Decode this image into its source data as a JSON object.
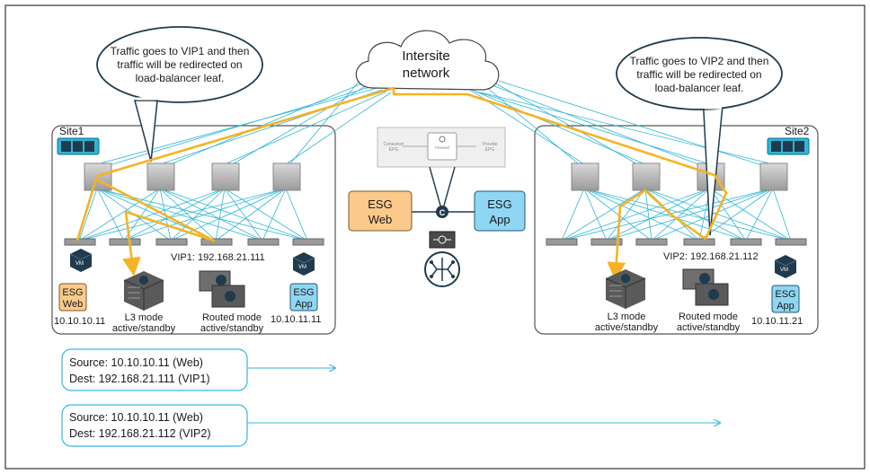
{
  "callouts": {
    "left": [
      "Traffic goes to VIP1 and then",
      "traffic will be redirected on",
      "load-balancer leaf."
    ],
    "right": [
      "Traffic goes to VIP2 and then",
      "traffic will be redirected on",
      "load-balancer leaf."
    ]
  },
  "cloud": {
    "line1": "Intersite",
    "line2": "network"
  },
  "site1": {
    "label": "Site1",
    "vip": "VIP1: 192.168.21.111",
    "vm_label": "VM",
    "esg_web": {
      "line1": "ESG",
      "line2": "Web"
    },
    "esg_app": {
      "line1": "ESG",
      "line2": "App"
    },
    "web_ip": "10.10.10.11",
    "app_ip": "10.10.11.11",
    "l3": {
      "line1": "L3 mode",
      "line2": "active/standby"
    },
    "routed": {
      "line1": "Routed mode",
      "line2": "active/standby"
    }
  },
  "site2": {
    "label": "Site2",
    "vip": "VIP2: 192.168.21.112",
    "vm_label": "VM",
    "esg_app": {
      "line1": "ESG",
      "line2": "App"
    },
    "app_ip": "10.10.11.21",
    "l3": {
      "line1": "L3 mode",
      "line2": "active/standby"
    },
    "routed": {
      "line1": "Routed mode",
      "line2": "active/standby"
    }
  },
  "contract": {
    "consumer": [
      "Consumer",
      "EPG"
    ],
    "firewall": "Firewall",
    "provider": [
      "Provide",
      "EPG"
    ],
    "web": {
      "line1": "ESG",
      "line2": "Web"
    },
    "app": {
      "line1": "ESG",
      "line2": "App"
    },
    "c_label": "C"
  },
  "flows": [
    {
      "source": "Source: 10.10.10.11 (Web)",
      "dest": "Dest: 192.168.21.111 (VIP1)"
    },
    {
      "source": "Source: 10.10.10.11 (Web)",
      "dest": "Dest: 192.168.21.112 (VIP2)"
    }
  ],
  "colors": {
    "path": "#f5b324",
    "links": "#2eb6d6",
    "esg_web_fill": "#fbc98a",
    "esg_app_fill": "#8fd6f2",
    "flow_box": "#39b6d9"
  }
}
